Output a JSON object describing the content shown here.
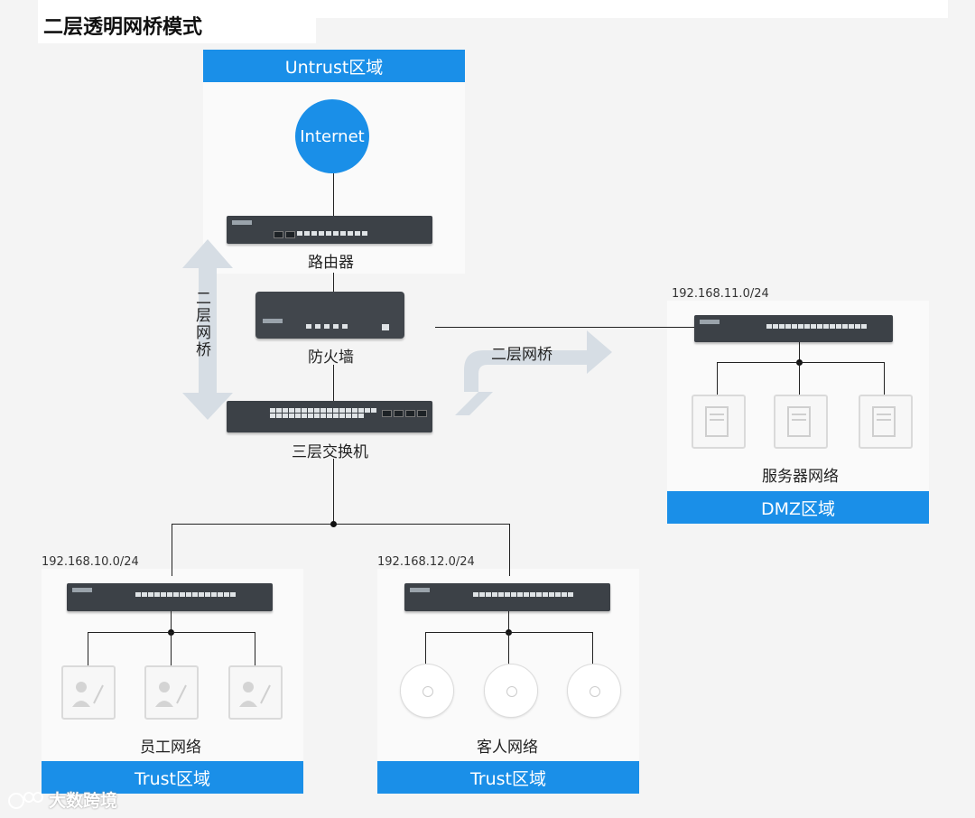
{
  "title": "二层透明网桥模式",
  "zones": {
    "untrust": "Untrust区域",
    "dmz": "DMZ区域",
    "trust_staff": "Trust区域",
    "trust_guest": "Trust区域"
  },
  "nodes": {
    "internet": "Internet",
    "router": "路由器",
    "firewall": "防火墙",
    "l3switch": "三层交换机",
    "server_net": "服务器网络",
    "staff_net": "员工网络",
    "guest_net": "客人网络"
  },
  "subnets": {
    "dmz": "192.168.11.0/24",
    "staff": "192.168.10.0/24",
    "guest": "192.168.12.0/24"
  },
  "annotations": {
    "vertical": "二层网桥",
    "horizontal": "二层网桥"
  },
  "watermark": "大数跨境",
  "colors": {
    "band": "#1a8fe8",
    "internet": "#1a8fe8",
    "arrow": "#d6dde4"
  }
}
